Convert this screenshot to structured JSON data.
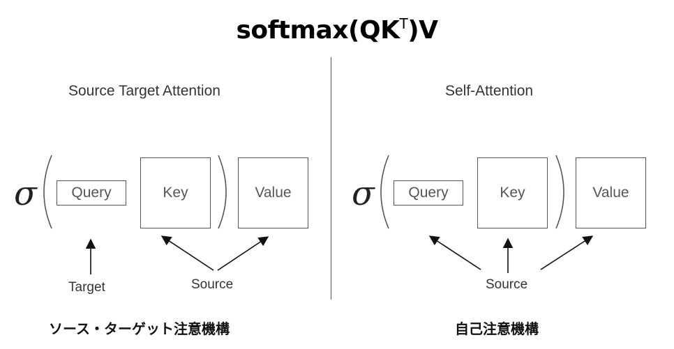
{
  "title": {
    "prefix": "softmax(QK",
    "superscript": "T",
    "suffix": ")V"
  },
  "left_panel": {
    "title": "Source Target Attention",
    "sigma": "σ",
    "query_label": "Query",
    "key_label": "Key",
    "value_label": "Value",
    "target_label": "Target",
    "source_label": "Source",
    "caption": "ソース・ターゲット注意機構"
  },
  "right_panel": {
    "title": "Self-Attention",
    "sigma": "σ",
    "query_label": "Query",
    "key_label": "Key",
    "value_label": "Value",
    "source_label": "Source",
    "caption": "自己注意機構"
  },
  "colors": {
    "box_border": "#555555",
    "arrow": "#111111",
    "divider": "#555555"
  }
}
